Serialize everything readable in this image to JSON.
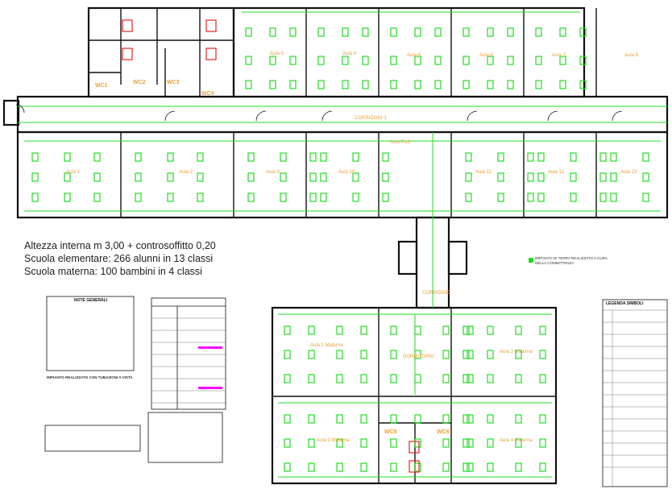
{
  "info_lines": [
    "Altezza interna m 3,00 + controsoffitto 0,20",
    "Scuola elementare: 266 alunni in 13 classi",
    "Scuola materna: 100 bambini in 4 classi"
  ],
  "rooms_top": [
    "Aula 5",
    "Aula 4",
    "Aula 6",
    "Aula 6",
    "Aula 7",
    "Aula 8"
  ],
  "rooms_mid": [
    "Aula 1",
    "Aula 2",
    "Aula 9",
    "Aula 10",
    "Aula 11",
    "Aula 12",
    "Aula 13"
  ],
  "room_prof": "Aula Prof.",
  "corridor_1": "CORRIDOIO 1",
  "corridor_2": "CORRIDOIO",
  "wc_labels": [
    "WC1",
    "WC2",
    "WC3",
    "WC4"
  ],
  "materna_rooms": [
    "Aula 1 Materna",
    "Aula 2 Materna",
    "Aula 3 Materna",
    "Aula 4 Materna"
  ],
  "dormitorio": "DORMITORIO",
  "wc_materna": [
    "WC5",
    "WC6"
  ],
  "impianto_note": "IMPIANTO DI TERRA REALIZZATO A CURA DELLA COMMITTENZA",
  "legend_title": "LEGENDA SIMBOLI",
  "small_note_title": "NOTE GENERALI",
  "boxes_note": "IMPIANTO REALIZZATO CON TUBAZIONI A VISTA",
  "colors": {
    "walls": "#111111",
    "wiring": "#22dd22",
    "labels": "#e8a13a",
    "highlight": "#ff00ff"
  }
}
